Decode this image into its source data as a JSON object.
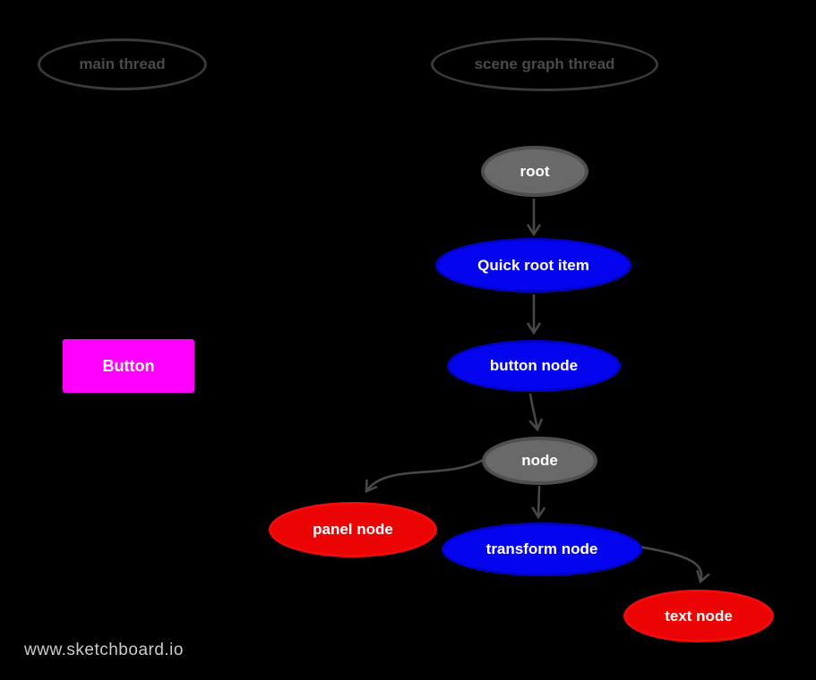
{
  "colors": {
    "background": "#000000",
    "node_gray_fill": "#696969",
    "node_gray_border": "#4f4f4f",
    "node_blue_fill": "#0404ee",
    "node_blue_border": "#0202c6",
    "node_red_fill": "#ec0404",
    "node_red_border": "#f20c0c",
    "button_fill": "#ff00ff",
    "lane_outline": "#3a3a3a",
    "lane_text": "#4a4a4a",
    "edge_stroke": "#484848",
    "node_text": "#ffffff",
    "watermark_text": "#cccccc"
  },
  "lanes": {
    "main_thread": {
      "label": "main thread"
    },
    "scene_graph_thread": {
      "label": "scene graph thread"
    }
  },
  "main_thread_items": {
    "button": {
      "label": "Button"
    }
  },
  "nodes": {
    "root": {
      "label": "root",
      "color": "gray"
    },
    "quick_root_item": {
      "label": "Quick root item",
      "color": "blue"
    },
    "button_node": {
      "label": "button node",
      "color": "blue"
    },
    "node": {
      "label": "node",
      "color": "gray"
    },
    "panel_node": {
      "label": "panel node",
      "color": "red"
    },
    "transform_node": {
      "label": "transform node",
      "color": "blue"
    },
    "text_node": {
      "label": "text node",
      "color": "red"
    }
  },
  "edges": [
    {
      "from": "root",
      "to": "quick_root_item"
    },
    {
      "from": "quick_root_item",
      "to": "button_node"
    },
    {
      "from": "button_node",
      "to": "node"
    },
    {
      "from": "node",
      "to": "panel_node"
    },
    {
      "from": "node",
      "to": "transform_node"
    },
    {
      "from": "transform_node",
      "to": "text_node"
    }
  ],
  "watermark": {
    "text": "www.sketchboard.io"
  }
}
